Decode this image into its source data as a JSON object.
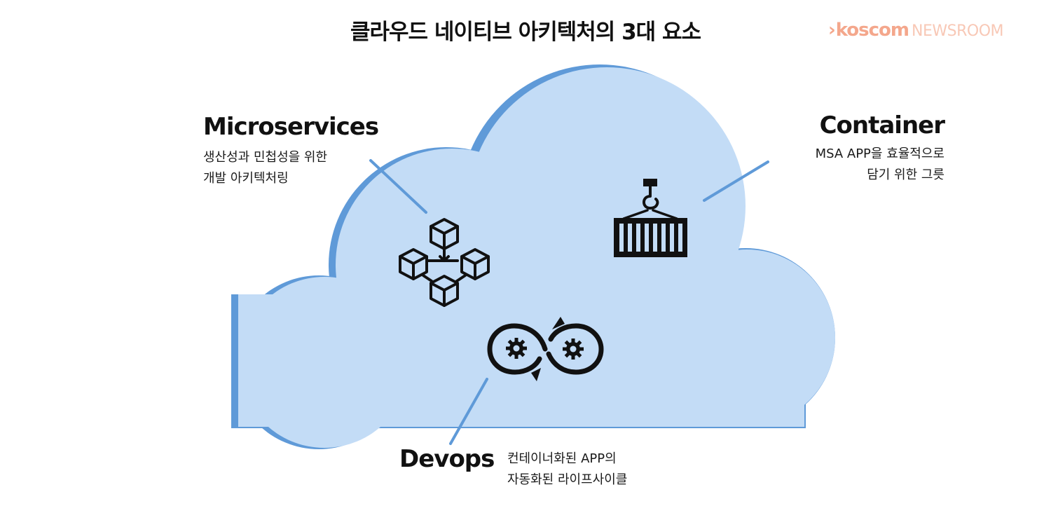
{
  "title": "클라우드 네이티브 아키텍처의 3대 요소",
  "logo": {
    "chevron": "›",
    "brand": "koscom",
    "suffix": "NEWSROOM"
  },
  "colors": {
    "cloud_fill": "#c3dcf6",
    "cloud_edge": "#5f9ad8",
    "connector": "#5f9ad8",
    "icon": "#111111",
    "logo": "#f4a78c"
  },
  "elements": [
    {
      "key": "microservices",
      "title": "Microservices",
      "desc_line1": "생산성과 민첩성을 위한",
      "desc_line2": "개발 아키텍처링",
      "icon": "cube-network-icon"
    },
    {
      "key": "container",
      "title": "Container",
      "desc_line1": "MSA APP을 효율적으로",
      "desc_line2": "담기 위한 그릇",
      "icon": "crane-container-icon"
    },
    {
      "key": "devops",
      "title": "Devops",
      "desc_line1": "컨테이너화된 APP의",
      "desc_line2": "자동화된 라이프사이클",
      "icon": "infinity-gears-icon"
    }
  ]
}
